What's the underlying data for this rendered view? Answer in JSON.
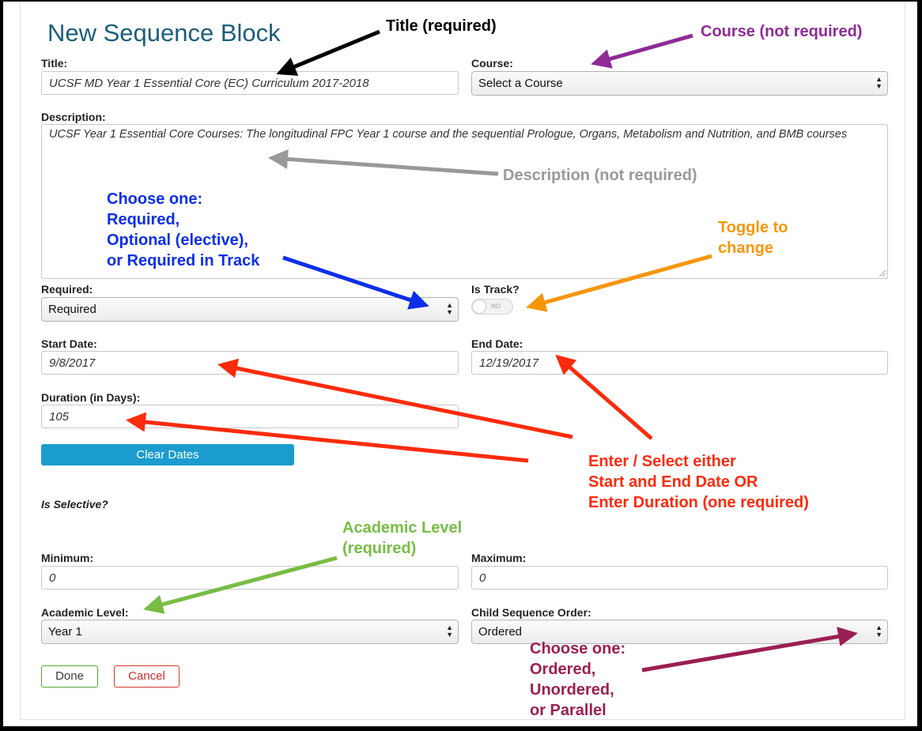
{
  "page_title": "New Sequence Block",
  "form": {
    "title": {
      "label": "Title:",
      "value": "UCSF MD Year 1 Essential Core (EC) Curriculum 2017-2018"
    },
    "course": {
      "label": "Course:",
      "value": "Select a Course"
    },
    "description": {
      "label": "Description:",
      "value": "UCSF Year 1 Essential Core Courses:  The longitudinal FPC Year 1 course and the sequential Prologue, Organs, Metabolism and Nutrition, and BMB courses"
    },
    "required": {
      "label": "Required:",
      "value": "Required"
    },
    "is_track": {
      "label": "Is Track?",
      "toggle_text": "NO",
      "on": false
    },
    "start_date": {
      "label": "Start Date:",
      "value": "9/8/2017"
    },
    "end_date": {
      "label": "End Date:",
      "value": "12/19/2017"
    },
    "duration": {
      "label": "Duration (in Days):",
      "value": "105"
    },
    "clear_dates": "Clear Dates",
    "is_selective": {
      "label": "Is Selective?"
    },
    "minimum": {
      "label": "Minimum:",
      "value": "0"
    },
    "maximum": {
      "label": "Maximum:",
      "value": "0"
    },
    "academic_level": {
      "label": "Academic Level:",
      "value": "Year 1"
    },
    "child_sequence_order": {
      "label": "Child Sequence Order:",
      "value": "Ordered"
    },
    "done": "Done",
    "cancel": "Cancel"
  },
  "annotations": {
    "title": "Title (required)",
    "course": "Course (not required)",
    "description": "Description (not required)",
    "required": [
      "Choose one:",
      "Required,",
      "Optional (elective),",
      "or Required in Track"
    ],
    "toggle": [
      "Toggle to",
      "change"
    ],
    "dates": [
      "Enter / Select either",
      "Start and End Date OR",
      "Enter Duration (one required)"
    ],
    "academic_level": [
      "Academic Level",
      "(required)"
    ],
    "child_order": [
      "Choose one:",
      "Ordered,",
      "Unordered,",
      "or Parallel"
    ]
  },
  "colors": {
    "title_text": "#1c5e7a",
    "clear_button": "#1a9ccf",
    "done_border": "#55a834",
    "cancel_border": "#d03a2e",
    "ann_black": "#000000",
    "ann_purple": "#8e2b97",
    "ann_gray": "#999999",
    "ann_blue": "#0b2fe6",
    "ann_orange": "#f7960c",
    "ann_red": "#fb2b0c",
    "ann_green": "#77bd44",
    "ann_maroon": "#9b1f52"
  },
  "icons": {
    "select_arrows": "up-down-caret-icon",
    "arrow": "annotation-arrow-icon"
  }
}
